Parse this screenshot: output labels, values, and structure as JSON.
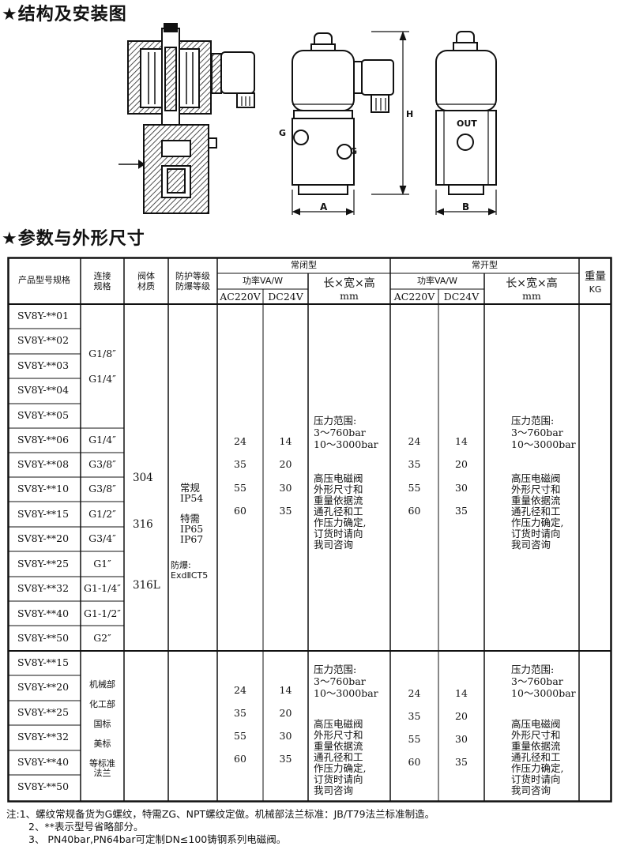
{
  "headings": {
    "structure": "★结构及安装图",
    "params": "★参数与外形尺寸"
  },
  "diagram": {
    "label_g": "G",
    "label_out": "OUT",
    "label_a": "A",
    "label_b": "B",
    "label_h": "H"
  },
  "table": {
    "col_model": "产品型号规格",
    "col_conn_1": "连接",
    "col_conn_2": "规格",
    "col_mat_1": "阀体",
    "col_mat_2": "材质",
    "col_prot_1": "防护等级",
    "col_prot_2": "防爆等级",
    "group_nc": "常闭型",
    "group_no": "常开型",
    "power": "功率VA/W",
    "ac": "AC220V",
    "dc": "DC24V",
    "dims_1": "长×宽×高",
    "dims_2": "mm",
    "weight_1": "重量",
    "weight_2": "KG",
    "models_top": [
      "SV8Y-**01",
      "SV8Y-**02",
      "SV8Y-**03",
      "SV8Y-**04",
      "SV8Y-**05",
      "SV8Y-**06",
      "SV8Y-**08",
      "SV8Y-**10",
      "SV8Y-**15",
      "SV8Y-**20",
      "SV8Y-**25",
      "SV8Y-**32",
      "SV8Y-**40",
      "SV8Y-**50"
    ],
    "conn_g1_8": "G1/8″",
    "conn_g1_4a": "G1/4″",
    "conn_single": [
      "G1/4″",
      "G3/8″",
      "G3/8″",
      "G1/2″",
      "G3/4″",
      "G1″",
      "G1-1/4″",
      "G1-1/2″",
      "G2″"
    ],
    "materials": [
      "304",
      "316",
      "316L"
    ],
    "prot_normal_1": "常规",
    "prot_normal_2": "IP54",
    "prot_special_1": "特需",
    "prot_special_2": "IP65",
    "prot_special_3": "IP67",
    "prot_ex_1": "防爆:",
    "prot_ex_2": "ExdⅡCT5",
    "ac_values": [
      "24",
      "35",
      "55",
      "60"
    ],
    "dc_values": [
      "14",
      "20",
      "30",
      "35"
    ],
    "note_lines": [
      "压力范围:",
      "3～760bar",
      "10～3000bar",
      "",
      "高压电磁阀",
      "外形尺寸和",
      "重量依据流",
      "通孔径和工",
      "作压力确定,",
      "订货时请向",
      "我司咨询"
    ],
    "models_bottom": [
      "SV8Y-**15",
      "SV8Y-**20",
      "SV8Y-**25",
      "SV8Y-**32",
      "SV8Y-**40",
      "SV8Y-**50"
    ],
    "flange_lines": [
      "机械部",
      "化工部",
      "国标",
      "美标",
      "等标准",
      "法兰"
    ]
  },
  "notes": [
    "注:1、螺纹常规备货为G螺纹，特需ZG、NPT螺纹定做。机械部法兰标准：JB/T79法兰标准制造。",
    "2、**表示型号省略部分。",
    "3、 PN40bar,PN64bar可定制DN≤100铸钢系列电磁阀。"
  ]
}
